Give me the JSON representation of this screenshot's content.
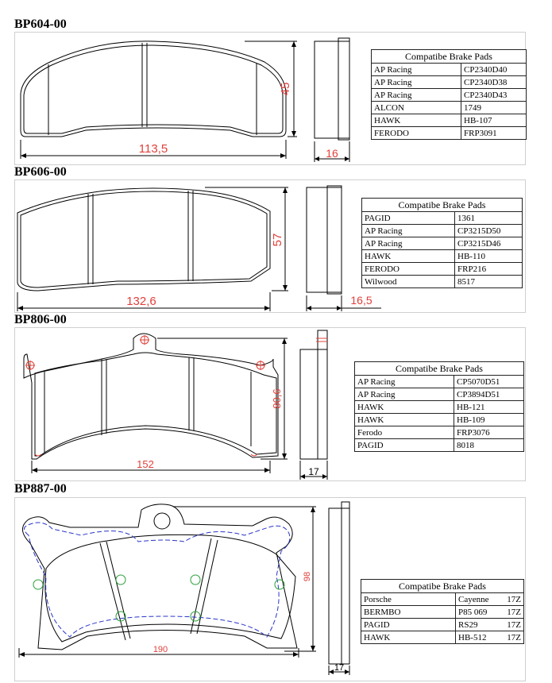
{
  "sections": [
    {
      "title": "BP604-00",
      "dims": {
        "width": "113,5",
        "height": "45",
        "thickness": "16"
      },
      "table": {
        "header": "Compatibe Brake Pads",
        "rows": [
          [
            "AP Racing",
            "CP2340D40"
          ],
          [
            "AP Racing",
            "CP2340D38"
          ],
          [
            "AP Racing",
            "CP2340D43"
          ],
          [
            "ALCON",
            "1749"
          ],
          [
            "HAWK",
            "HB-107"
          ],
          [
            "FERODO",
            "FRP3091"
          ]
        ]
      }
    },
    {
      "title": "BP606-00",
      "dims": {
        "width": "132,6",
        "height": "57",
        "thickness": "16,5"
      },
      "table": {
        "header": "Compatibe Brake Pads",
        "rows": [
          [
            "PAGID",
            "1361"
          ],
          [
            "AP Racing",
            "CP3215D50"
          ],
          [
            "AP Racing",
            "CP3215D46"
          ],
          [
            "HAWK",
            "HB-110"
          ],
          [
            "FERODO",
            "FRP216"
          ],
          [
            "Wilwood",
            "8517"
          ]
        ]
      }
    },
    {
      "title": "BP806-00",
      "dims": {
        "width": "152",
        "height": "80,6",
        "thickness": "17"
      },
      "table": {
        "header": "Compatibe Brake Pads",
        "rows": [
          [
            "AP Racing",
            "CP5070D51"
          ],
          [
            "AP Racing",
            "CP3894D51"
          ],
          [
            "HAWK",
            "HB-121"
          ],
          [
            "HAWK",
            "HB-109"
          ],
          [
            "Ferodo",
            "FRP3076"
          ],
          [
            "PAGID",
            "8018"
          ]
        ]
      }
    },
    {
      "title": "BP887-00",
      "dims": {
        "width": "190",
        "height": "98",
        "thickness": "17"
      },
      "table": {
        "header": "Compatibe Brake Pads",
        "rows": [
          [
            "Porsche",
            "Cayenne",
            "17Z"
          ],
          [
            "BERMBO",
            "P85 069",
            "17Z"
          ],
          [
            "PAGID",
            "RS29",
            "17Z"
          ],
          [
            "HAWK",
            "HB-512",
            "17Z"
          ]
        ]
      }
    }
  ]
}
